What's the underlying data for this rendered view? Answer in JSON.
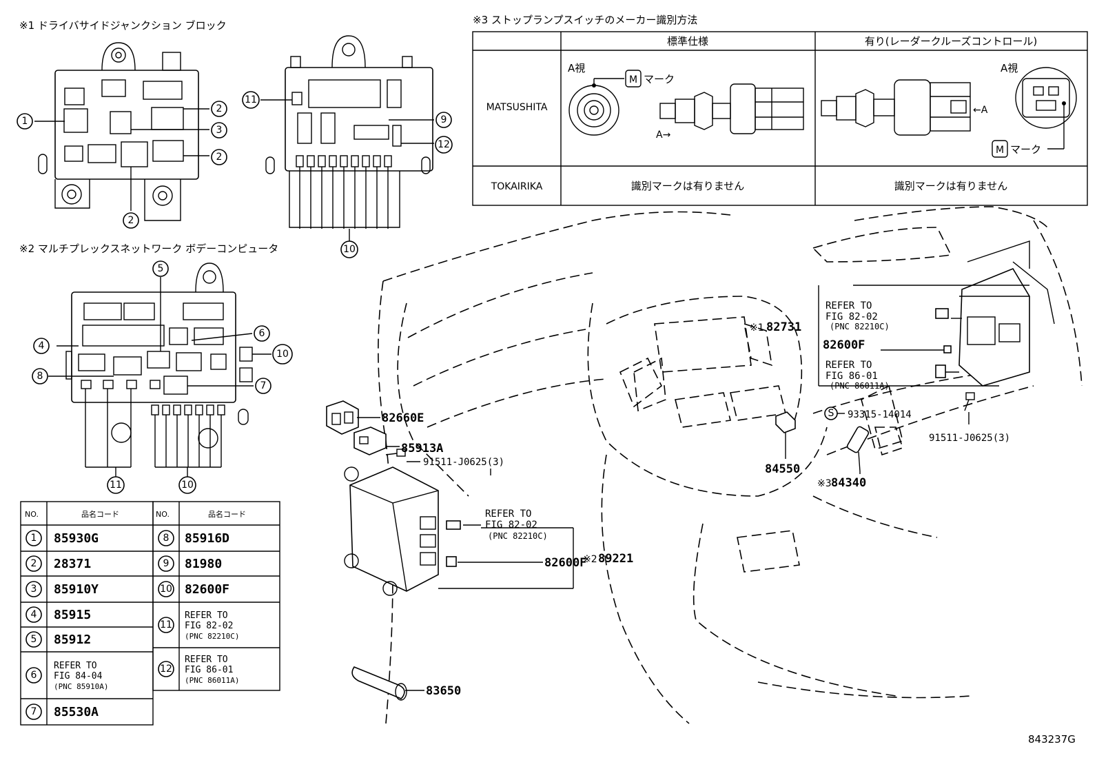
{
  "captions": {
    "jb": "※1 ドライバサイドジャンクション ブロック",
    "mpx": "※2 マルチプレックスネットワーク ボデーコンピュータ",
    "stop": "※3 ストップランプスイッチのメーカー識別方法"
  },
  "stop_table": {
    "col_std": "標準仕様",
    "col_radar": "有り(レーダークルーズコントロール)",
    "row1": "MATSUSHITA",
    "row2": "TOKAIRIKA",
    "a_view": "A視",
    "mark": "マーク",
    "m_symbol": "M",
    "arrow_a_right": "A→",
    "arrow_a_left": "←A",
    "no_mark_std": "識別マークは有りません",
    "no_mark_radar": "識別マークは有りません"
  },
  "jb_numbers": [
    "1",
    "2",
    "3",
    "2",
    "2",
    "11",
    "9",
    "12",
    "10"
  ],
  "mpx_numbers": [
    "5",
    "6",
    "4",
    "8",
    "10",
    "7",
    "11",
    "10"
  ],
  "parts_table": {
    "head_no": "NO.",
    "head_code": "品名コード",
    "left": [
      {
        "no": "1",
        "code": "85930G"
      },
      {
        "no": "2",
        "code": "28371"
      },
      {
        "no": "3",
        "code": "85910Y"
      },
      {
        "no": "4",
        "code": "85915"
      },
      {
        "no": "5",
        "code": "85912"
      },
      {
        "no": "6",
        "code": "REFER TO|FIG 84-04|(PNC 85910A)"
      },
      {
        "no": "7",
        "code": "85530A"
      }
    ],
    "right": [
      {
        "no": "8",
        "code": "85916D"
      },
      {
        "no": "9",
        "code": "81980"
      },
      {
        "no": "10",
        "code": "82600F"
      },
      {
        "no": "11",
        "code": "REFER TO|FIG 82-02|(PNC 82210C)"
      },
      {
        "no": "12",
        "code": "REFER TO|FIG 86-01|(PNC 86011A)"
      }
    ]
  },
  "labels": {
    "p82660e": "82660E",
    "p85913a": "85913A",
    "p91511a": "91511-J0625(3)",
    "ref1_l1": "REFER TO",
    "ref1_l2": "FIG 82-02",
    "ref1_l3": "(PNC 82210C)",
    "p82600f_a": "82600F",
    "mark2": "※2",
    "p89221": "89221",
    "p83650": "83650",
    "mark1": "※1",
    "p82731": "82731",
    "ref2_l1": "REFER TO",
    "ref2_l2": "FIG 82-02",
    "ref2_l3": "(PNC 82210C)",
    "p82600f_b": "82600F",
    "ref3_l1": "REFER TO",
    "ref3_l2": "FIG 86-01",
    "ref3_l3": "(PNC 86011A)",
    "s_mark": "S",
    "p93315": "93315-14014",
    "p91511b": "91511-J0625(3)",
    "p84550": "84550",
    "mark3": "※3",
    "p84340": "84340",
    "figure_id": "843237G"
  }
}
